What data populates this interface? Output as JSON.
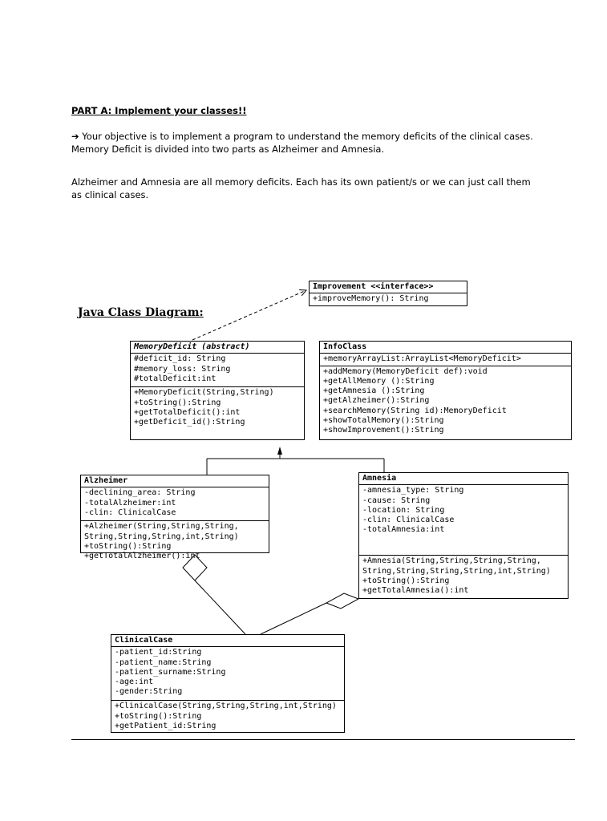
{
  "heading": "PART A: Implement your classes!!",
  "paragraph1_arrow": "➔",
  "paragraph1_line1": "Your objective is to implement a program to understand the memory deficits of the clinical cases.",
  "paragraph1_line2": "Memory Deficit is divided into two parts as Alzheimer and Amnesia.",
  "paragraph2_line1": "Alzheimer and Amnesia are all memory deficits. Each has its own patient/s or we can just call them",
  "paragraph2_line2": "as clinical cases.",
  "diagram_title": "Java Class Diagram:",
  "classes": {
    "improvement": {
      "name": "Improvement <<interface>>",
      "methods": [
        "+improveMemory(): String"
      ]
    },
    "memory_deficit": {
      "name": "MemoryDeficit (abstract)",
      "attributes": [
        "#deficit_id: String",
        "#memory_loss: String",
        "#totalDeficit:int"
      ],
      "methods": [
        "+MemoryDeficit(String,String)",
        "+toString():String",
        "+getTotalDeficit():int",
        "+getDeficit_id():String"
      ]
    },
    "info_class": {
      "name": "InfoClass",
      "attributes": [
        "+memoryArrayList:ArrayList<MemoryDeficit>"
      ],
      "methods": [
        "+addMemory(MemoryDeficit def):void",
        "+getAllMemory ():String",
        "+getAmnesia ():String",
        "+getAlzheimer():String",
        "+searchMemory(String id):MemoryDeficit",
        "+showTotalMemory():String",
        "+showImprovement():String"
      ]
    },
    "alzheimer": {
      "name": "Alzheimer",
      "attributes": [
        "-declining_area: String",
        "-totalAlzheimer:int",
        "-clin: ClinicalCase"
      ],
      "methods": [
        "+Alzheimer(String,String,String,",
        "String,String,String,int,String)",
        "+toString():String",
        "+getTotalAlzheimer():int"
      ]
    },
    "amnesia": {
      "name": "Amnesia",
      "attributes": [
        "-amnesia_type: String",
        "-cause: String",
        "-location: String",
        "-clin: ClinicalCase",
        "-totalAmnesia:int"
      ],
      "methods": [
        "+Amnesia(String,String,String,String,",
        "String,String,String,String,int,String)",
        "+toString():String",
        "+getTotalAmnesia():int"
      ]
    },
    "clinical_case": {
      "name": "ClinicalCase",
      "attributes": [
        "-patient_id:String",
        "-patient_name:String",
        "-patient_surname:String",
        "-age:int",
        "-gender:String"
      ],
      "methods": [
        "+ClinicalCase(String,String,String,int,String)",
        "+toString():String",
        "+getPatient_id:String"
      ]
    }
  }
}
